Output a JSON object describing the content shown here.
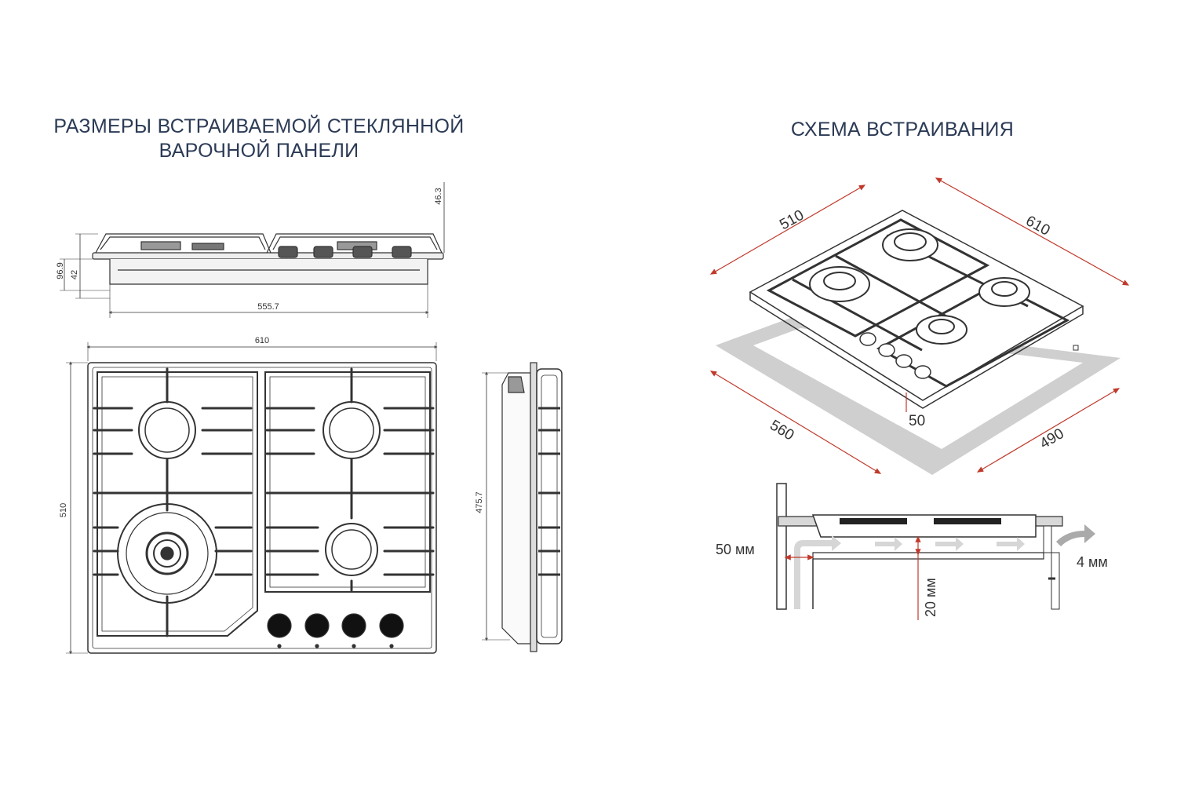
{
  "left": {
    "title_line1": "РАЗМЕРЫ ВСТРАИВАЕМОЙ СТЕКЛЯННОЙ",
    "title_line2": "ВАРОЧНОЙ ПАНЕЛИ",
    "dims": {
      "height_total": "96.9",
      "height_body": "42",
      "height_top": "46.3",
      "body_width": "555.7",
      "width": "610",
      "depth": "510",
      "side_depth": "475.7"
    }
  },
  "right": {
    "title": "СХЕМА ВСТРАИВАНИЯ",
    "dims": {
      "hob_depth": "510",
      "hob_width": "610",
      "cutout_width": "560",
      "cutout_depth": "490",
      "edge_gap": "50"
    },
    "section": {
      "side_gap": "50 мм",
      "bottom_gap": "20 мм",
      "rear_gap": "4 мм"
    }
  }
}
